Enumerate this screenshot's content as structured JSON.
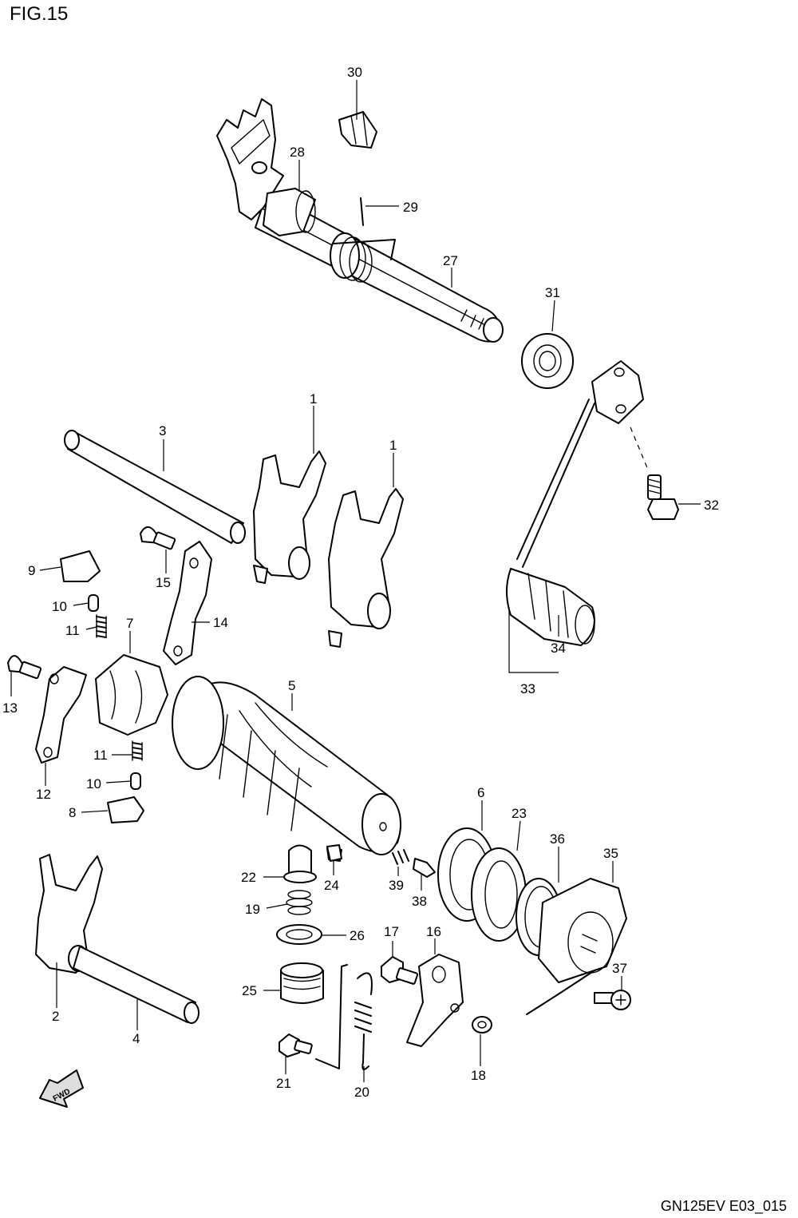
{
  "figure": {
    "title": "FIG.15",
    "code": "GN125EV E03_015",
    "fwd_label": "FWD"
  },
  "callouts": [
    {
      "id": "c30",
      "text": "30"
    },
    {
      "id": "c28",
      "text": "28"
    },
    {
      "id": "c29",
      "text": "29"
    },
    {
      "id": "c27",
      "text": "27"
    },
    {
      "id": "c31",
      "text": "31"
    },
    {
      "id": "c1a",
      "text": "1"
    },
    {
      "id": "c1b",
      "text": "1"
    },
    {
      "id": "c3",
      "text": "3"
    },
    {
      "id": "c32",
      "text": "32"
    },
    {
      "id": "c9",
      "text": "9"
    },
    {
      "id": "c15",
      "text": "15"
    },
    {
      "id": "c10a",
      "text": "10"
    },
    {
      "id": "c11a",
      "text": "11"
    },
    {
      "id": "c7",
      "text": "7"
    },
    {
      "id": "c14",
      "text": "14"
    },
    {
      "id": "c34",
      "text": "34"
    },
    {
      "id": "c13",
      "text": "13"
    },
    {
      "id": "c33",
      "text": "33"
    },
    {
      "id": "c5",
      "text": "5"
    },
    {
      "id": "c11b",
      "text": "11"
    },
    {
      "id": "c12",
      "text": "12"
    },
    {
      "id": "c10b",
      "text": "10"
    },
    {
      "id": "c6",
      "text": "6"
    },
    {
      "id": "c23",
      "text": "23"
    },
    {
      "id": "c8",
      "text": "8"
    },
    {
      "id": "c36",
      "text": "36"
    },
    {
      "id": "c35",
      "text": "35"
    },
    {
      "id": "c22",
      "text": "22"
    },
    {
      "id": "c24",
      "text": "24"
    },
    {
      "id": "c39",
      "text": "39"
    },
    {
      "id": "c38",
      "text": "38"
    },
    {
      "id": "c19",
      "text": "19"
    },
    {
      "id": "c26",
      "text": "26"
    },
    {
      "id": "c17",
      "text": "17"
    },
    {
      "id": "c16",
      "text": "16"
    },
    {
      "id": "c37",
      "text": "37"
    },
    {
      "id": "c25",
      "text": "25"
    },
    {
      "id": "c2",
      "text": "2"
    },
    {
      "id": "c4",
      "text": "4"
    },
    {
      "id": "c18",
      "text": "18"
    },
    {
      "id": "c21",
      "text": "21"
    },
    {
      "id": "c20",
      "text": "20"
    }
  ]
}
